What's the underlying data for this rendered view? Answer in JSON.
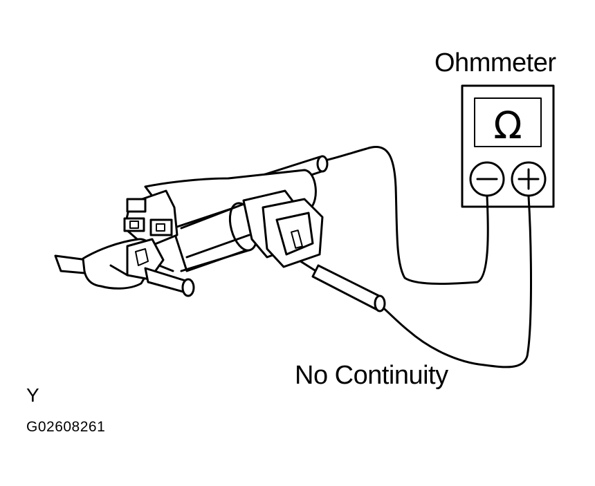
{
  "diagram": {
    "meter_label": "Ohmmeter",
    "meter_symbol": "Ω",
    "negative_symbol": "−",
    "positive_symbol": "+",
    "result_label": "No Continuity",
    "view_code": "Y",
    "figure_id": "G02608261"
  }
}
